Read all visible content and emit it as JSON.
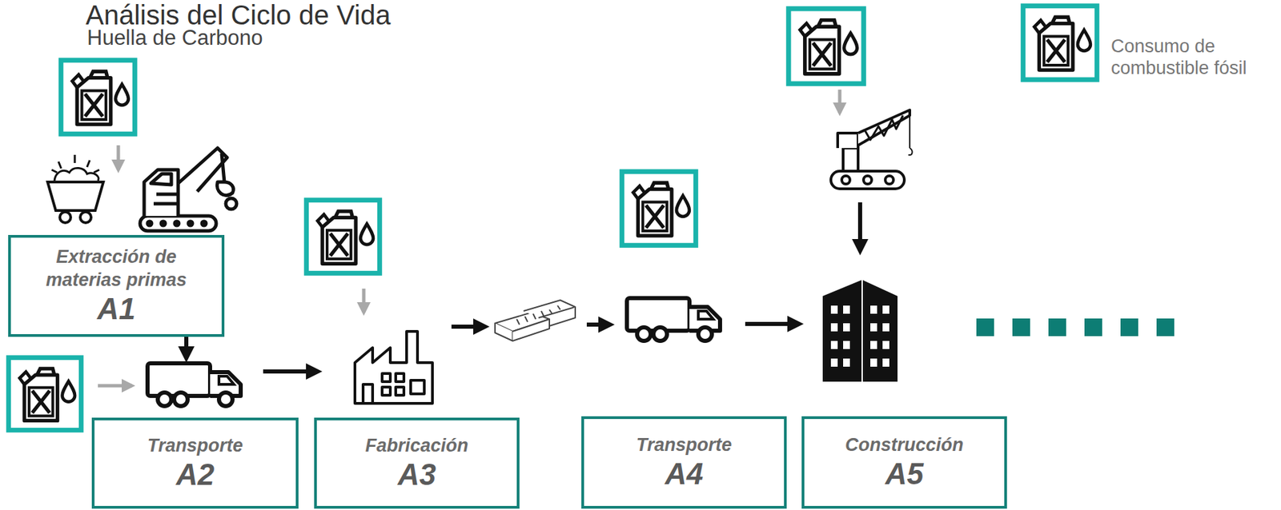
{
  "diagram": {
    "title": "Análisis del Ciclo de Vida",
    "nodes": [
      {
        "text": [
          "Extracción de materias primas",
          "A1"
        ]
      },
      {
        "text": [
          "Transporte",
          "A2"
        ]
      },
      {
        "text": [
          "Fabricación",
          "A3"
        ]
      },
      {
        "text": [
          "Transporte",
          "A4"
        ]
      },
      {
        "text": [
          "Construcción",
          "A5"
        ]
      }
    ],
    "edges": [
      {
        "from": 0,
        "to": 1,
        "arrow": "to"
      },
      {
        "from": 1,
        "to": 2,
        "arrow": "to"
      },
      {
        "from": 2,
        "to": 3,
        "arrow": "to"
      },
      {
        "from": 3,
        "to": 4,
        "arrow": "to"
      }
    ],
    "labels": [
      "Huella de Carbono"
    ],
    "legend": [
      {
        "text": "Consumo de combustible fósil"
      }
    ]
  }
}
